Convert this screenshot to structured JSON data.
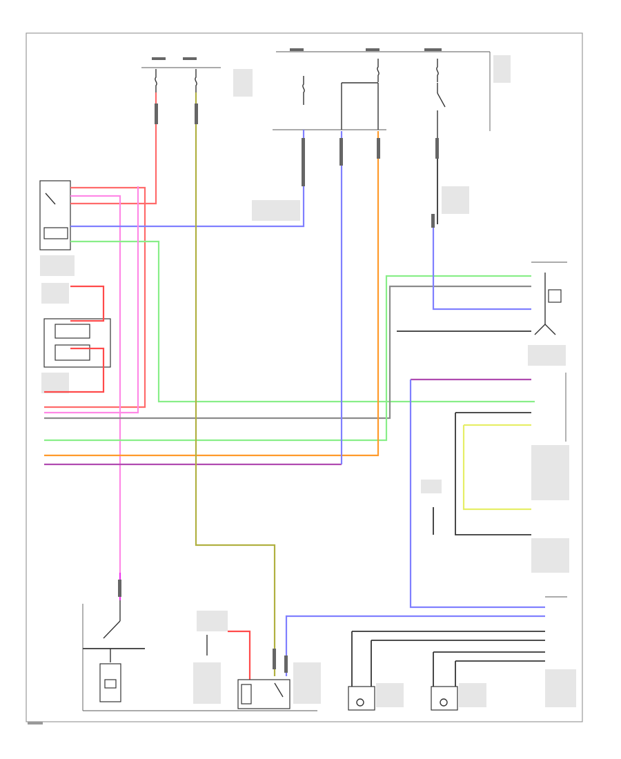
{
  "diagram": {
    "type": "automotive wiring schematic",
    "text_legible": false,
    "wire_colors": {
      "red": "#ff6a6a",
      "pink": "#ff88e6",
      "magenta": "#ee33ee",
      "blue": "#7f7fff",
      "green": "#88ee88",
      "orange": "#ff9a2a",
      "olive": "#b0b040",
      "yellow": "#e6ee66",
      "gray": "#8a8a8a",
      "black": "#333333",
      "purple": "#b04ab0",
      "frame": "#999999"
    },
    "components": [
      {
        "id": "ac-compressor-clutch-relay"
      },
      {
        "id": "dual-pressure-switch"
      },
      {
        "id": "thermo-switch"
      },
      {
        "id": "blower-motor"
      },
      {
        "id": "ac-compressor-clutch"
      },
      {
        "id": "power-transistor"
      },
      {
        "id": "engine-control-module"
      },
      {
        "id": "radiator-fan-motor"
      },
      {
        "id": "condenser-fan-motor"
      },
      {
        "id": "fan-control-relay"
      },
      {
        "id": "fuse-box"
      }
    ]
  }
}
